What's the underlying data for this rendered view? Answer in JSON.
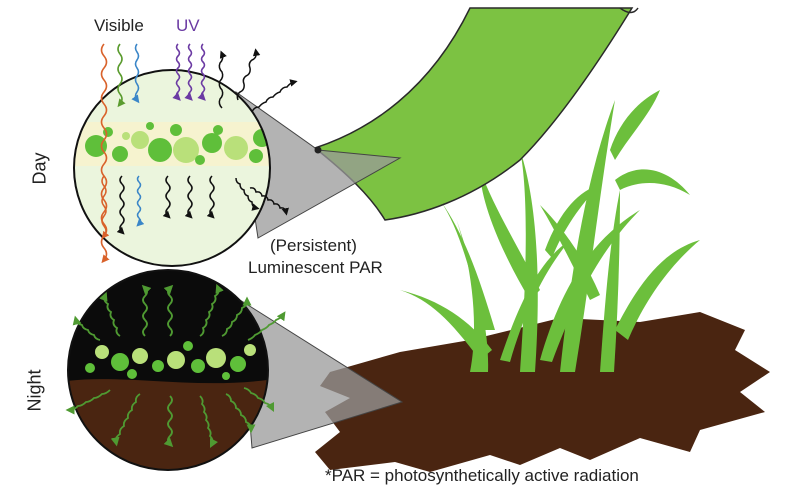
{
  "labels": {
    "visible": "Visible",
    "uv": "UV",
    "day": "Day",
    "night": "Night",
    "persistent": "(Persistent)",
    "luminescent_par": "Luminescent PAR",
    "footnote": "*PAR = photosynthetically active radiation"
  },
  "colors": {
    "visible_orange": "#d9622b",
    "visible_green": "#5a9b2e",
    "visible_blue": "#3a86c8",
    "uv_purple": "#6b3aa3",
    "film_green": "#7cc242",
    "film_edge": "#2a2a2a",
    "particle_green": "#5fbf3a",
    "particle_light": "#b9e07a",
    "soil": "#4a2511",
    "plant": "#6cbf3c",
    "glow_wave": "#7fbf5a"
  }
}
